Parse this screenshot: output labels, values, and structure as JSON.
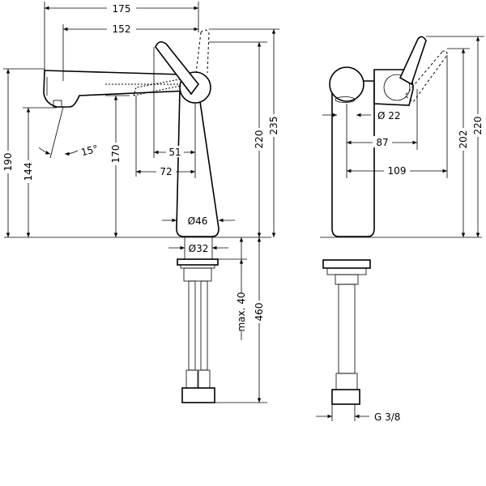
{
  "drawing": {
    "front_view": {
      "dims": {
        "d175": "175",
        "d152": "152",
        "d220": "220",
        "d235": "235",
        "d190": "190",
        "d144": "144",
        "d170": "170",
        "d15deg": "15°",
        "d51": "51",
        "d72": "72",
        "dia46": "Ø46",
        "dia32": "Ø32",
        "max40": "max. 40",
        "d460": "460"
      }
    },
    "side_view": {
      "dims": {
        "dia22": "Ø 22",
        "d87": "87",
        "d109": "109",
        "d202": "202",
        "d220": "220",
        "thread": "G 3/8"
      }
    }
  }
}
